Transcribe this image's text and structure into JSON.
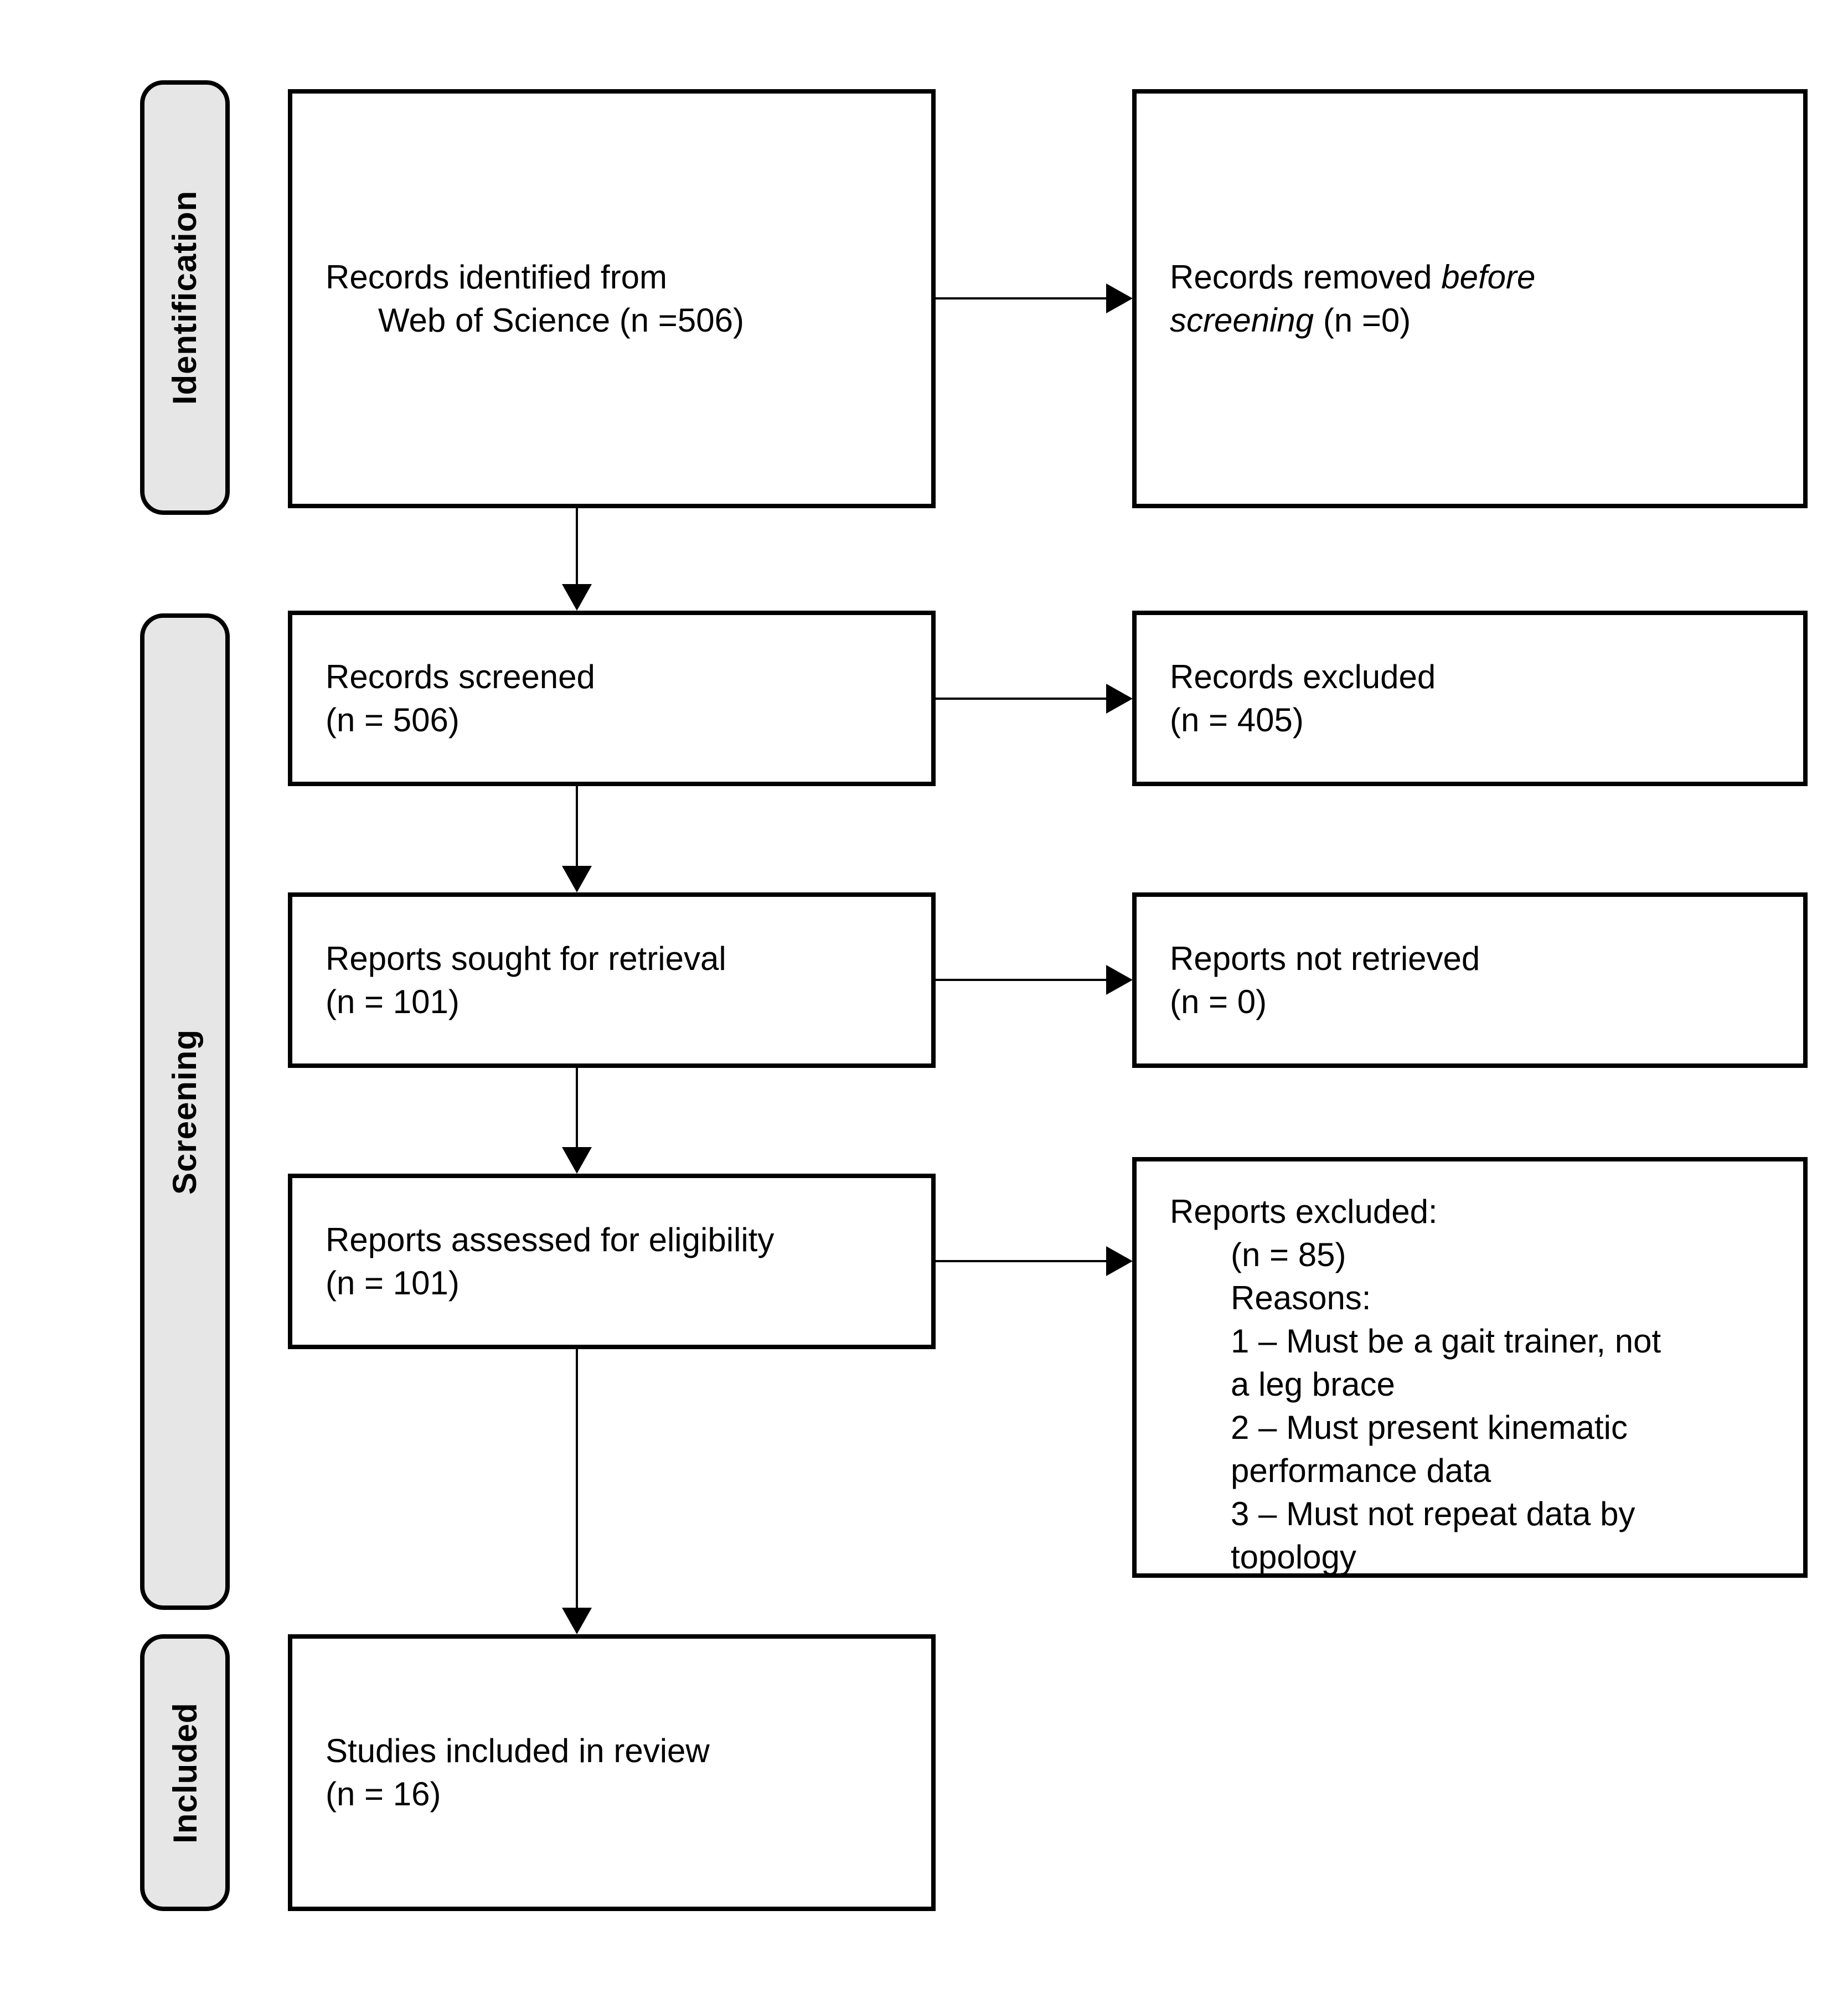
{
  "diagram": {
    "title": "PRISMA flow diagram",
    "stages": [
      {
        "id": "identification",
        "label": "Identification"
      },
      {
        "id": "screening",
        "label": "Screening"
      },
      {
        "id": "included",
        "label": "Included"
      }
    ],
    "boxes": {
      "identified": {
        "line1": "Records identified from",
        "line2": "Web of Science (n =506)"
      },
      "removed": {
        "line1_regular": "Records removed ",
        "line1_italic": "before",
        "line2_italic": "screening",
        "line2_regular": " (n =0)"
      },
      "screened": {
        "line1": "Records screened",
        "line2": "(n = 506)"
      },
      "records_excluded": {
        "line1": "Records excluded",
        "line2": "(n = 405)"
      },
      "sought": {
        "line1": "Reports sought for retrieval",
        "line2": "(n = 101)"
      },
      "not_retrieved": {
        "line1": "Reports not retrieved",
        "line2": "(n = 0)"
      },
      "assessed": {
        "line1": "Reports assessed for eligibility",
        "line2": "(n = 101)"
      },
      "reports_excluded": {
        "title": "Reports excluded:",
        "details": [
          "(n = 85)",
          "Reasons:",
          "1 – Must be a gait trainer, not a leg brace",
          "2 – Must present kinematic performance data",
          "3 – Must not repeat data by topology"
        ]
      },
      "included_studies": {
        "line1": "Studies included in review",
        "line2": "(n = 16)"
      }
    },
    "colors": {
      "background": "#ffffff",
      "border": "#000000",
      "stage_fill": "#e6e6e6",
      "text": "#000000"
    }
  }
}
